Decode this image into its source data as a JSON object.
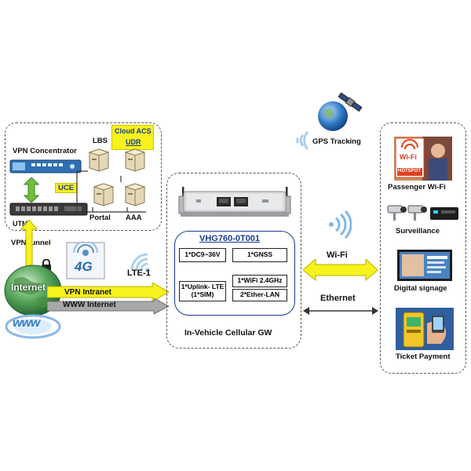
{
  "left_panel": {
    "vpn_concentrator": "VPN Concentrator",
    "lbs": "LBS",
    "cloud_acs": "Cloud ACS",
    "udr": "UDR",
    "uce": "UCE",
    "utm": "UTM",
    "portal": "Portal",
    "aaa": "AAA",
    "vpn_tunnel": "VPN tunnel"
  },
  "internet": {
    "label": "Internet",
    "lte_label": "LTE-1",
    "badge": "4G",
    "www": "www"
  },
  "arrows": {
    "vpn_intranet": "VPN Intranet",
    "www_internet": "WWW Internet",
    "wifi": "Wi-Fi",
    "ethernet": "Ethernet"
  },
  "gateway": {
    "model": "VHG760-0T001",
    "specs": {
      "dc": "1*DC9~36V",
      "gnss": "1*GNSS",
      "uplink_line1": "1*Uplink- LTE",
      "uplink_line2": "(1*SIM)",
      "wifi": "1*WiFi 2.4GHz",
      "ether": "2*Ether-LAN"
    },
    "caption": "In-Vehicle Cellular GW"
  },
  "gps_tracking": "GPS Tracking",
  "applications": {
    "wifi_logo": "Wi-Fi",
    "hotspot": "HOTSPOT",
    "passenger_wifi": "Passenger Wi-Fi",
    "surveillance": "Surveillance",
    "digital_signage": "Digital signage",
    "ticket_payment": "Ticket Payment"
  },
  "colors": {
    "arrow_yellow": "#f7f21c",
    "arrow_grey": "#a8a8a8",
    "model_blue": "#1a3b8f",
    "wifi_blue": "#3a7fc8",
    "internet_green": "#2e8b3e"
  }
}
